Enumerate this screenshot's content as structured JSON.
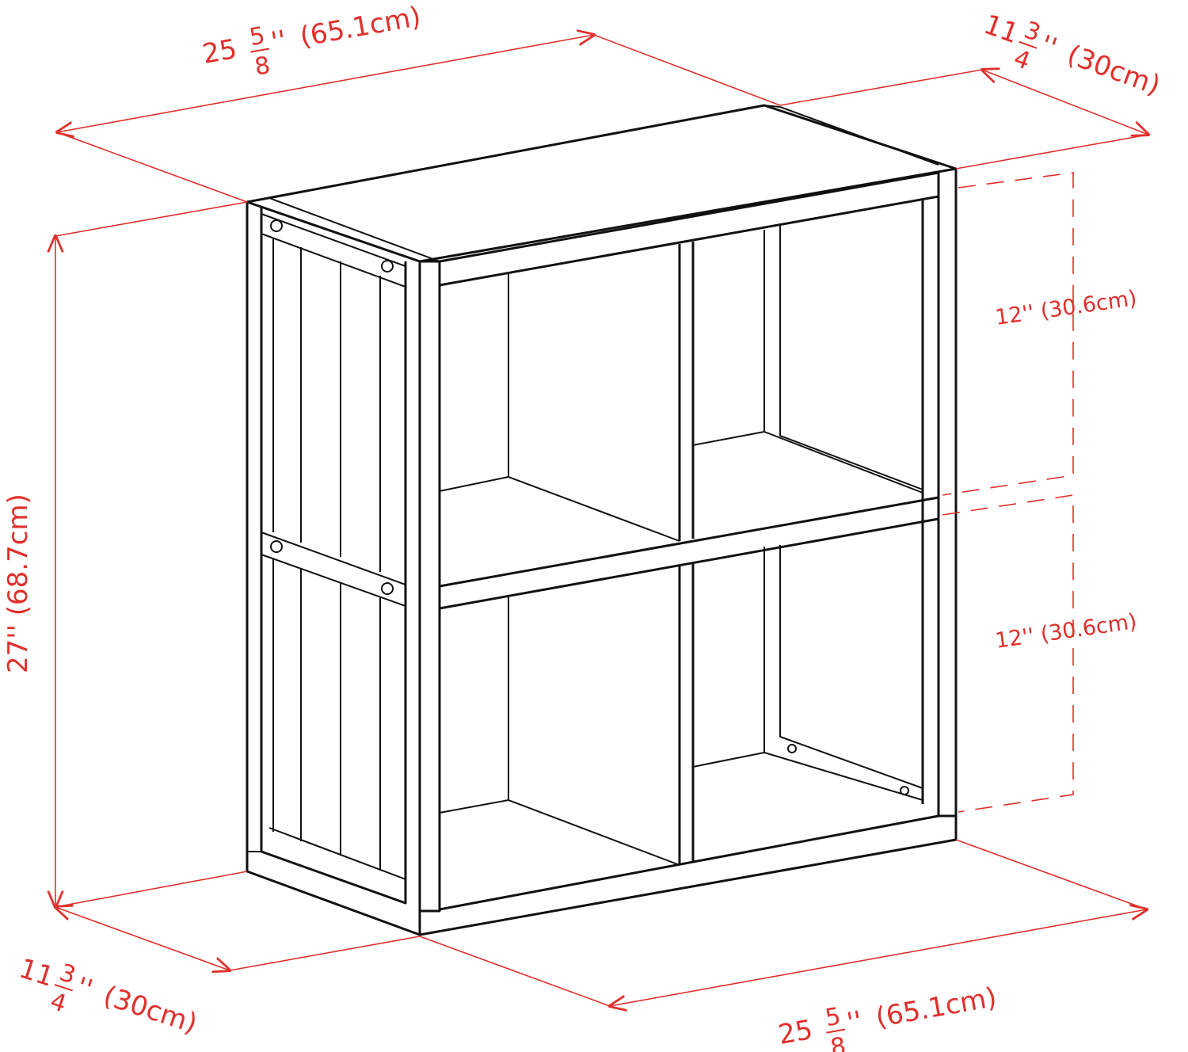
{
  "diagram": {
    "colors": {
      "dimension": "#e0302c",
      "outline": "#111111"
    },
    "dimensions": {
      "top_width": {
        "whole": "25",
        "num": "5",
        "den": "8",
        "inch": "''",
        "metric": "(65.1cm)"
      },
      "top_depth": {
        "whole": "11",
        "num": "3",
        "den": "4",
        "inch": "''",
        "metric": "(30cm)"
      },
      "height": {
        "label": "27'' (68.7cm)"
      },
      "upper_cubby": {
        "label": "12'' (30.6cm)"
      },
      "lower_cubby": {
        "label": "12'' (30.6cm)"
      },
      "bottom_depth": {
        "whole": "11",
        "num": "3",
        "den": "4",
        "inch": "''",
        "metric": "(30cm)"
      },
      "bottom_width": {
        "whole": "25",
        "num": "5",
        "den": "8",
        "inch": "''",
        "metric": "(65.1cm)"
      }
    }
  }
}
